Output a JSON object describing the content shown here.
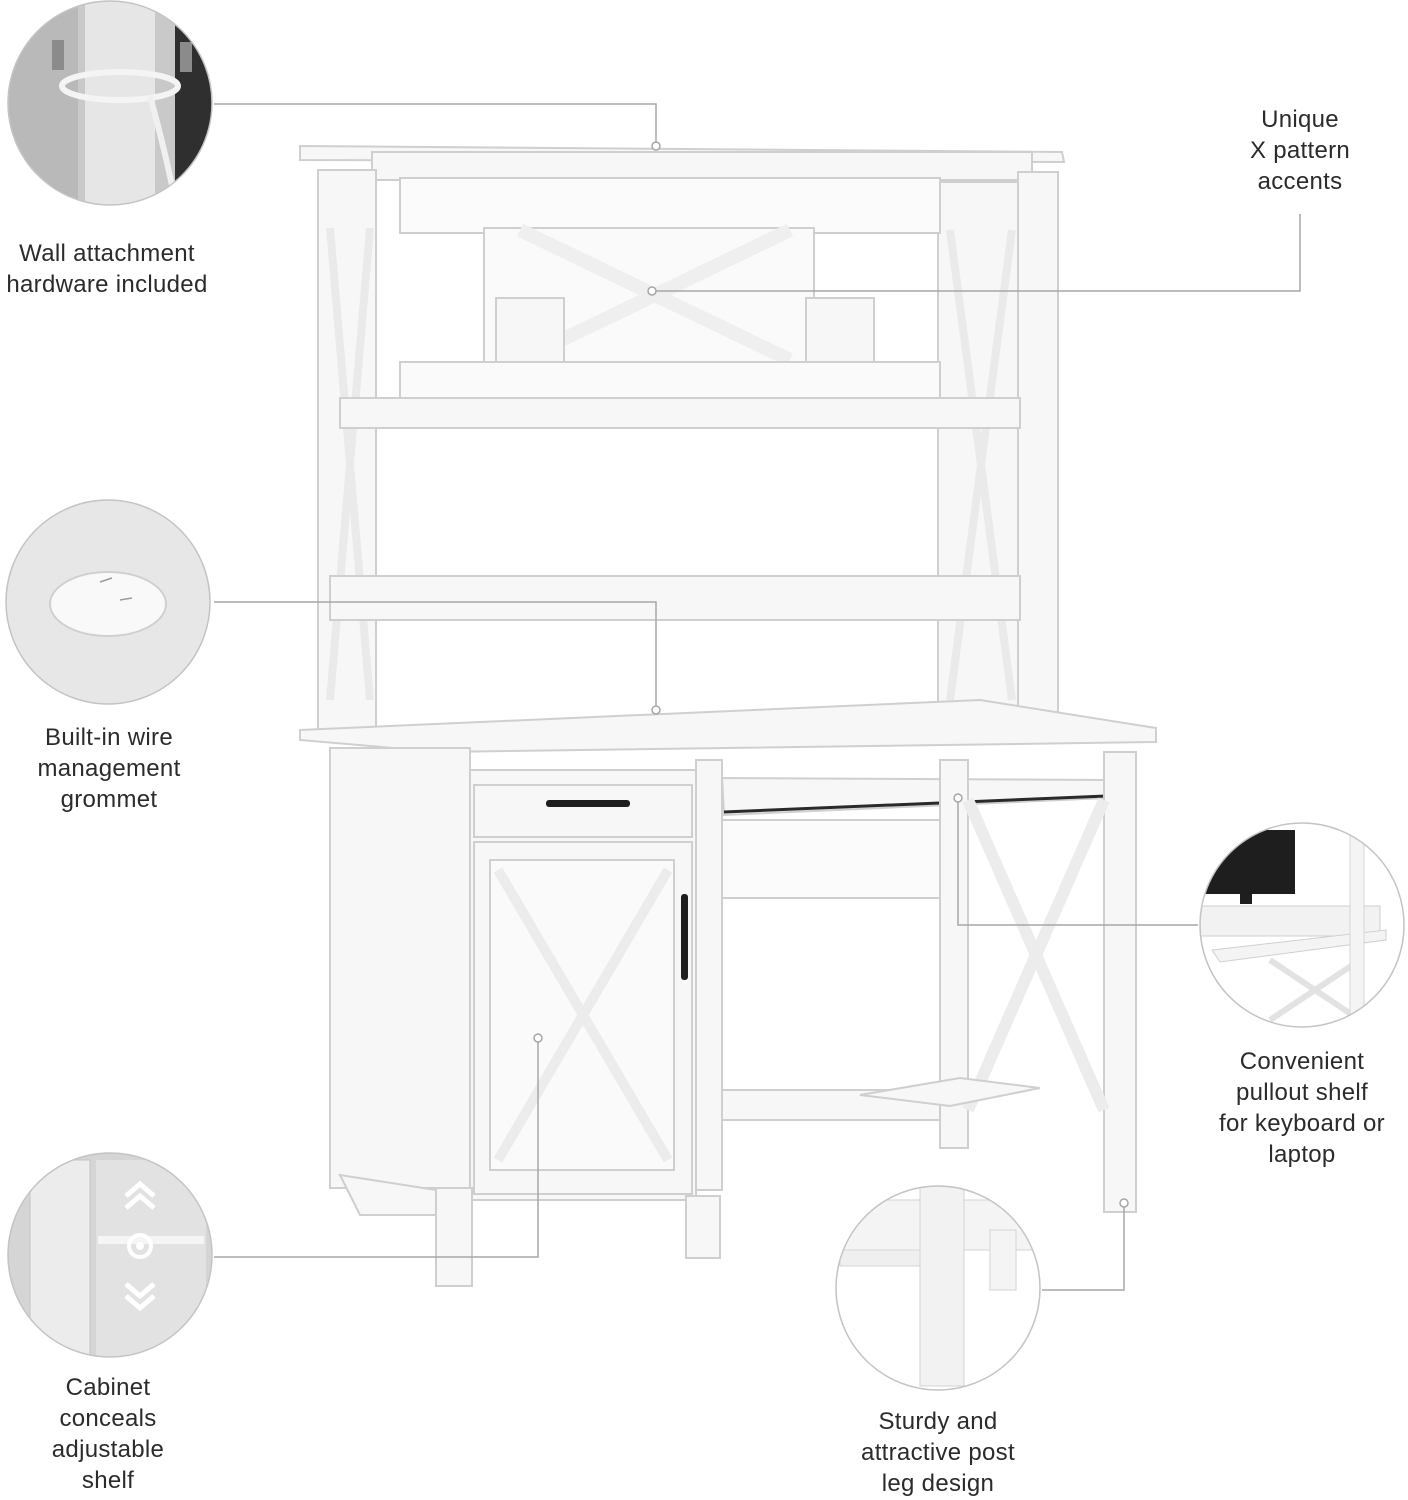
{
  "colors": {
    "furniture_white": "#f7f7f7",
    "outline": "#cfcfcf",
    "leader_line": "#a7a7a7",
    "hardware_black": "#1e1e1e",
    "text": "#2b2b2b"
  },
  "callouts": {
    "wall_attachment": {
      "icon": "wall-strap-icon",
      "lines": [
        "Wall attachment",
        "hardware included"
      ]
    },
    "x_pattern": {
      "lines": [
        "Unique",
        "X pattern",
        "accents"
      ]
    },
    "grommet": {
      "icon": "grommet-icon",
      "lines": [
        "Built-in wire",
        "management",
        "grommet"
      ]
    },
    "pullout_shelf": {
      "icon": "keyboard-tray-icon",
      "lines": [
        "Convenient",
        "pullout shelf",
        "for keyboard or",
        "laptop"
      ]
    },
    "cabinet": {
      "icon": "adjustable-shelf-icon",
      "lines": [
        "Cabinet",
        "conceals",
        "adjustable",
        "shelf"
      ]
    },
    "post_leg": {
      "icon": "post-leg-icon",
      "lines": [
        "Sturdy and",
        "attractive post",
        "leg design"
      ]
    }
  }
}
